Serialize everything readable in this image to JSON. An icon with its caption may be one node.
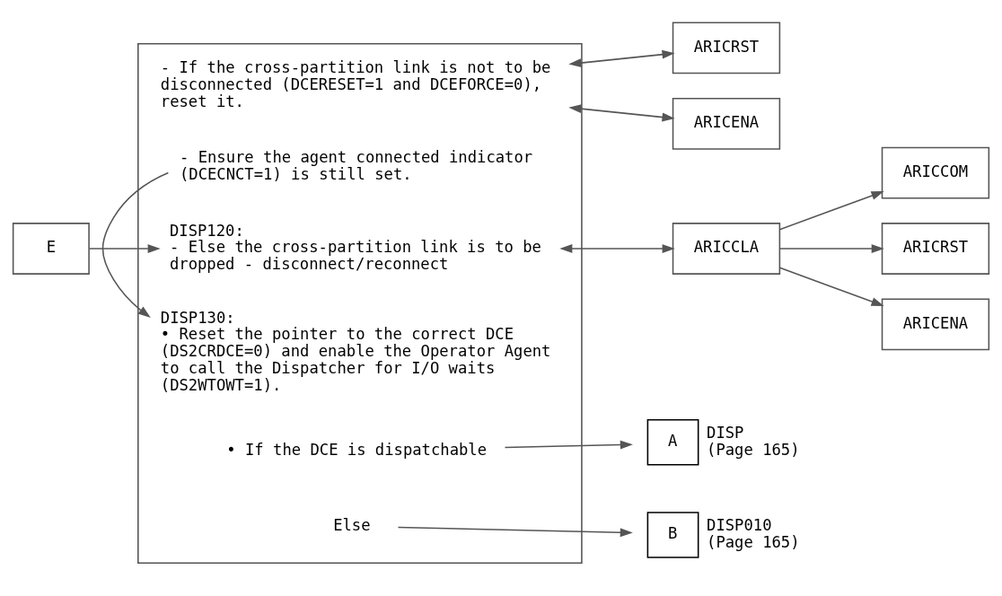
{
  "diagram": {
    "nodes": [
      {
        "text": [],
        "shape": "box"
      },
      {
        "text": [
          "- If the cross-partition link is not to be disconnected (DCERESET=1 and DCEFORCE=0), reset it."
        ],
        "in": 0
      },
      {
        "text": [
          "- Ensure the agent connected indicator (DCECNCT=1) is still set."
        ],
        "in": 0
      },
      {
        "text": [
          "DISP120:",
          "- Else the cross-partition link is to be dropped - disconnect/reconnect"
        ],
        "in": 0
      },
      {
        "text": [
          "DISP130:",
          "• Reset the pointer to the correct DCE (DS2CRDCE=0) and enable the Operator Agent to call the Dispatcher for I/O waits (DS2WTOWT=1)."
        ],
        "in": 0
      },
      {
        "text": [
          "• If the DCE is dispatchable"
        ],
        "in": 0
      },
      {
        "text": [
          "Else"
        ],
        "in": 0
      },
      {
        "text": [
          "ARICRST"
        ]
      },
      {
        "text": [
          "ARICENA"
        ]
      },
      {
        "text": [
          "E"
        ]
      },
      {
        "text": [
          "ARICCLA"
        ]
      },
      {
        "text": [
          "ARICCOM"
        ]
      },
      {
        "text": [
          "ARICRST"
        ]
      },
      {
        "text": [
          "ARICENA"
        ]
      },
      {
        "text": [
          "A"
        ],
        "beside": [
          "DISP",
          "(Page 165)"
        ]
      },
      {
        "text": [
          "B"
        ],
        "beside": [
          "DISP010",
          "(Page 165)"
        ]
      }
    ],
    "edges": [
      {
        "from": 1,
        "to": 7,
        "arrow": "both"
      },
      {
        "from": 1,
        "to": 8,
        "arrow": "both"
      },
      {
        "from": 2,
        "to": 4,
        "arrow": "to"
      },
      {
        "from": 9,
        "to": 3,
        "arrow": "to"
      },
      {
        "from": 3,
        "to": 10,
        "arrow": "both"
      },
      {
        "from": 10,
        "to": 11,
        "arrow": "to"
      },
      {
        "from": 10,
        "to": 12,
        "arrow": "to"
      },
      {
        "from": 10,
        "to": 13,
        "arrow": "to"
      },
      {
        "from": 5,
        "to": 14,
        "arrow": "to"
      },
      {
        "from": 6,
        "to": 15,
        "arrow": "to"
      }
    ]
  }
}
